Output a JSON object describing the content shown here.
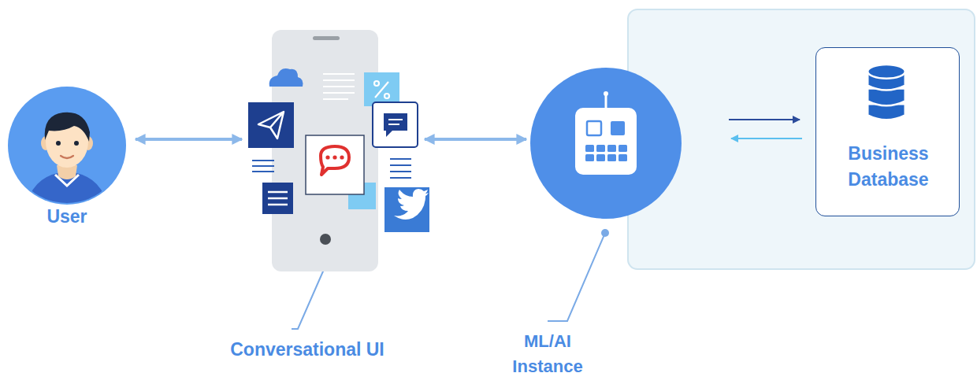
{
  "diagram": {
    "nodes": [
      {
        "text": [
          "User"
        ]
      },
      {
        "text": [
          "Conversational UI"
        ]
      },
      {
        "text": [
          "ML/AI Instance"
        ]
      },
      {
        "text": [
          "Business Database"
        ]
      }
    ],
    "edges": [
      {
        "from": 0,
        "to": 1,
        "arrow": "both"
      },
      {
        "from": 1,
        "to": 2,
        "arrow": "both"
      },
      {
        "from": 2,
        "to": 3,
        "arrow": "to"
      },
      {
        "from": 3,
        "to": 2,
        "arrow": "to"
      }
    ]
  }
}
